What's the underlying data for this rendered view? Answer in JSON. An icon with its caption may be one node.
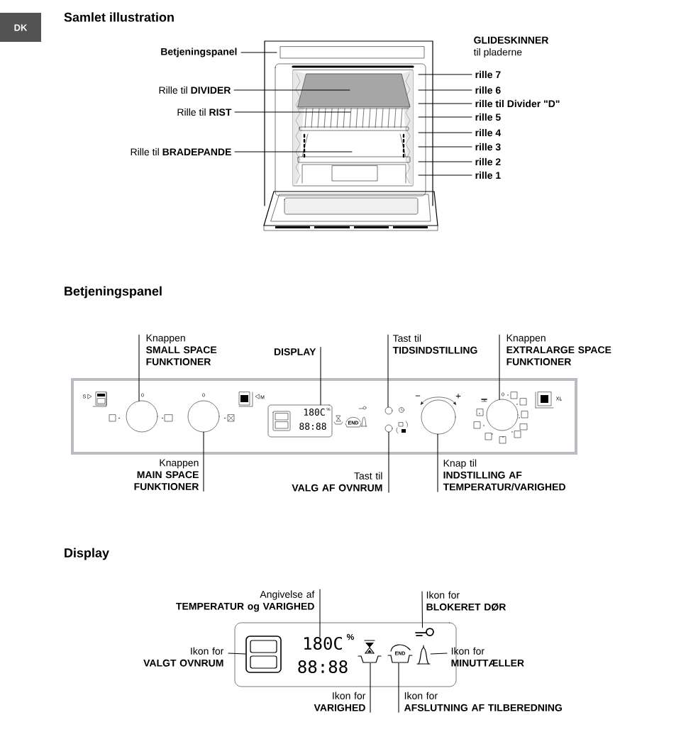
{
  "diagram": {
    "nodes": [
      {
        "text": [
          "Betjeningspanel"
        ]
      },
      {
        "text": [
          "Rille til **DIVIDER**"
        ]
      },
      {
        "text": [
          "Rille til **RIST**"
        ]
      },
      {
        "text": [
          "Rille til **BRADEPANDE**"
        ]
      },
      {
        "text": [
          "GLIDESKINNER",
          "til pladerne"
        ]
      },
      {
        "text": [
          "rille 7"
        ]
      },
      {
        "text": [
          "rille 6"
        ]
      },
      {
        "text": [
          "rille til Divider \"D\""
        ]
      },
      {
        "text": [
          "rille 5"
        ]
      },
      {
        "text": [
          "rille 4"
        ]
      },
      {
        "text": [
          "rille 3"
        ]
      },
      {
        "text": [
          "rille 2"
        ]
      },
      {
        "text": [
          "rille 1"
        ]
      },
      {
        "text": [
          "Knappen",
          "SMALL SPACE FUNKTIONER"
        ]
      },
      {
        "text": [
          "DISPLAY"
        ]
      },
      {
        "text": [
          "Tast til",
          "TIDSINDSTILLING"
        ]
      },
      {
        "text": [
          "Knappen",
          "EXTRALARGE SPACE FUNKTIONER"
        ]
      },
      {
        "text": [
          "Knappen",
          "MAIN SPACE FUNKTIONER"
        ]
      },
      {
        "text": [
          "Tast til",
          "VALG AF OVNRUM"
        ]
      },
      {
        "text": [
          "Knap til",
          "INDSTILLING AF TEMPERATUR/VARIGHED"
        ]
      },
      {
        "text": [
          "Angivelse af",
          "TEMPERATUR og VARIGHED"
        ]
      },
      {
        "text": [
          "Ikon for",
          "BLOKERET DØR"
        ]
      },
      {
        "text": [
          "Ikon for",
          "VALGT OVNRUM"
        ]
      },
      {
        "text": [
          "Ikon for",
          "MINUTTÆLLER"
        ]
      },
      {
        "text": [
          "Ikon for",
          "VARIGHED"
        ]
      },
      {
        "text": [
          "Ikon for",
          "AFSLUTNING AF TILBEREDNING"
        ]
      },
      {
        "text": [],
        "shape": "box"
      },
      {
        "text": [],
        "shape": "circle",
        "in": 26
      },
      {
        "text": [],
        "shape": "circle",
        "in": 26
      },
      {
        "text": [],
        "shape": "box",
        "in": 26
      },
      {
        "text": [],
        "shape": "circle",
        "in": 26
      },
      {
        "text": [],
        "shape": "circle",
        "in": 26
      },
      {
        "text": [],
        "shape": "circle",
        "in": 26
      },
      {
        "text": [],
        "shape": "circle",
        "in": 26
      },
      {
        "text": [],
        "shape": "box"
      },
      {
        "text": [],
        "shape": "box",
        "in": 34
      },
      {
        "text": [],
        "shape": "key",
        "in": 34
      },
      {
        "text": [],
        "shape": "hourglass",
        "in": 34
      },
      {
        "text": [
          "END"
        ],
        "in": 34
      },
      {
        "text": [],
        "shape": "bell",
        "in": 34
      },
      {
        "text": [
          "180C"
        ],
        "in": 34
      }
    ],
    "edges": [
      {
        "from": 0,
        "to": null,
        "arrow": "none"
      },
      {
        "from": 1,
        "to": null,
        "arrow": "none"
      },
      {
        "from": 2,
        "to": null,
        "arrow": "none"
      },
      {
        "from": 3,
        "to": null,
        "arrow": "none"
      },
      {
        "from": 5,
        "to": null,
        "arrow": "none"
      },
      {
        "from": 6,
        "to": null,
        "arrow": "none"
      },
      {
        "from": 7,
        "to": null,
        "arrow": "none"
      },
      {
        "from": 8,
        "to": null,
        "arrow": "none"
      },
      {
        "from": 9,
        "to": null,
        "arrow": "none"
      },
      {
        "from": 10,
        "to": null,
        "arrow": "none"
      },
      {
        "from": 11,
        "to": null,
        "arrow": "none"
      },
      {
        "from": 12,
        "to": null,
        "arrow": "none"
      },
      {
        "from": 13,
        "to": 27,
        "arrow": "none"
      },
      {
        "from": 14,
        "to": 29,
        "arrow": "none"
      },
      {
        "from": 15,
        "to": 30,
        "arrow": "none"
      },
      {
        "from": 16,
        "to": 33,
        "arrow": "none"
      },
      {
        "from": 17,
        "to": 28,
        "arrow": "none"
      },
      {
        "from": 18,
        "to": 31,
        "arrow": "none"
      },
      {
        "from": 19,
        "to": 32,
        "arrow": "none"
      },
      {
        "from": 20,
        "to": 40,
        "arrow": "none"
      },
      {
        "from": 21,
        "to": 36,
        "arrow": "none"
      },
      {
        "from": 22,
        "to": 35,
        "arrow": "none"
      },
      {
        "from": 23,
        "to": 39,
        "arrow": "none"
      },
      {
        "from": 24,
        "to": 37,
        "arrow": "none"
      },
      {
        "from": 25,
        "to": 38,
        "arrow": "none"
      }
    ],
    "labels": [
      "DK",
      "Samlet illustration",
      "Betjeningspanel",
      "S",
      "0",
      "0",
      "M",
      "180C",
      "%",
      "88:88",
      "END",
      "−",
      "+",
      "0",
      "XL",
      "Display",
      "%",
      "88:88"
    ]
  }
}
